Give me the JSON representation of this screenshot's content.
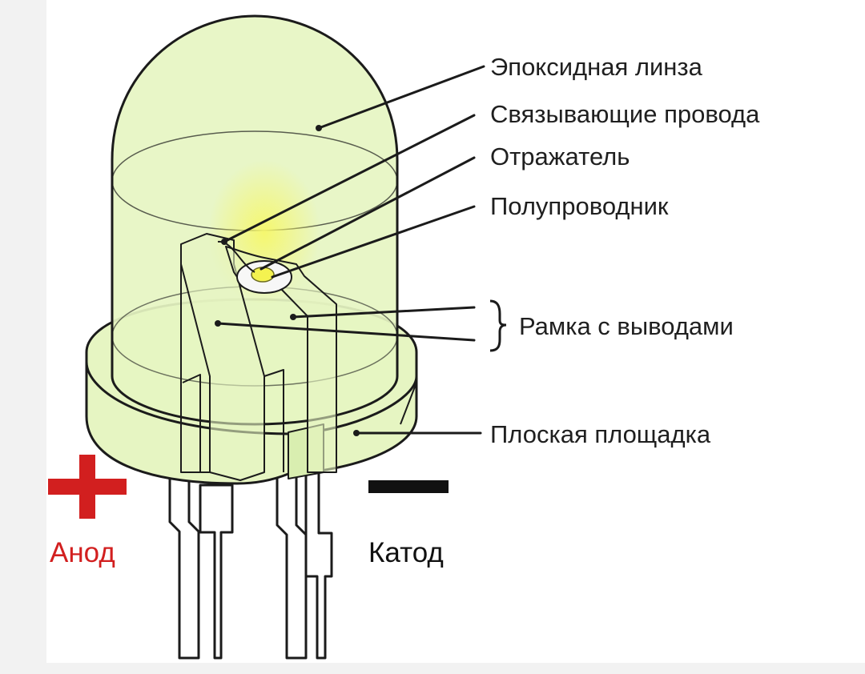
{
  "labels": {
    "epoxy_lens": "Эпоксидная линза",
    "bond_wires": "Связывающие провода",
    "reflector": "Отражатель",
    "semiconductor": "Полупроводник",
    "lead_frame": "Рамка с выводами",
    "flat_spot": "Плоская площадка",
    "anode": "Анод",
    "cathode": "Катод"
  },
  "colors": {
    "background": "#f2f2f2",
    "panel": "#ffffff",
    "lens_fill": "#e6f5c2",
    "outline": "#1b1b1b",
    "anode": "#d21f1f",
    "cathode": "#111111",
    "glow": "#f1f27a"
  }
}
